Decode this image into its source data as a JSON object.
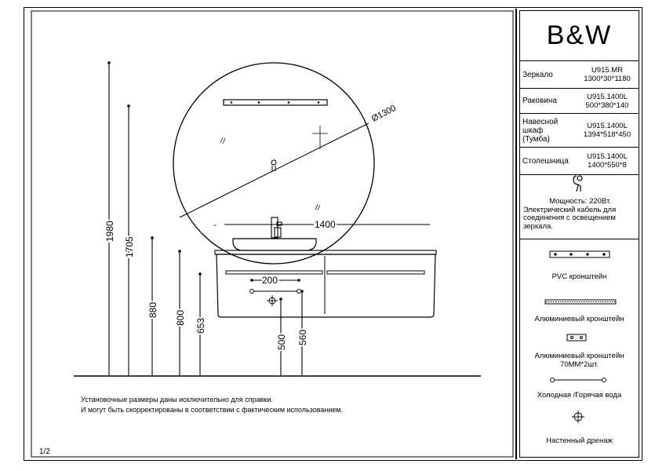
{
  "brand": "B&W",
  "specs": [
    {
      "name": "Зеркало",
      "code": "U915.MR",
      "size": "1300*30*1180"
    },
    {
      "name": "Раковина",
      "code": "U915.1400L",
      "size": "500*380*140"
    },
    {
      "name": "Навесной шкаф (Тумба)",
      "name_lines": [
        "Навесной",
        "шкаф",
        "(Тумба)"
      ],
      "code": "U915.1400L",
      "size": "1394*518*450"
    },
    {
      "name": "Столешница",
      "code": "U915.1400L",
      "size": "1400*550*8"
    }
  ],
  "power": {
    "icon": "power-plug-icon",
    "lines": [
      "Мощность: 220Вт.",
      "Электрический кабель для",
      "соединения с освещением",
      "зеркала."
    ]
  },
  "legend": [
    {
      "icon": "pvc-bracket-icon",
      "label": "PVC кронштейн"
    },
    {
      "icon": "aluminium-bracket-icon",
      "label": "Алюминиевый кронштейн"
    },
    {
      "icon": "aluminium-bracket-small-icon",
      "label_lines": [
        "Алюминиевый кронштейн",
        "70ММ*2шт."
      ]
    },
    {
      "icon": "water-connection-icon",
      "label": "Холодная /Горячая вода"
    },
    {
      "icon": "wall-drain-icon",
      "label": "Настенный дренаж"
    }
  ],
  "dimensions": {
    "mirror_diameter": "Ø1300",
    "width": "1400",
    "pipe_spacing": "200",
    "h1980": "1980",
    "h1705": "1705",
    "h880": "880",
    "h800": "800",
    "h653": "653",
    "h500": "500",
    "h560": "560"
  },
  "notes": [
    "Установочные размеры даны исключительно для справки.",
    "И могут быть скорректированы в соответствии с фактическим использованием."
  ],
  "page": "1/2"
}
